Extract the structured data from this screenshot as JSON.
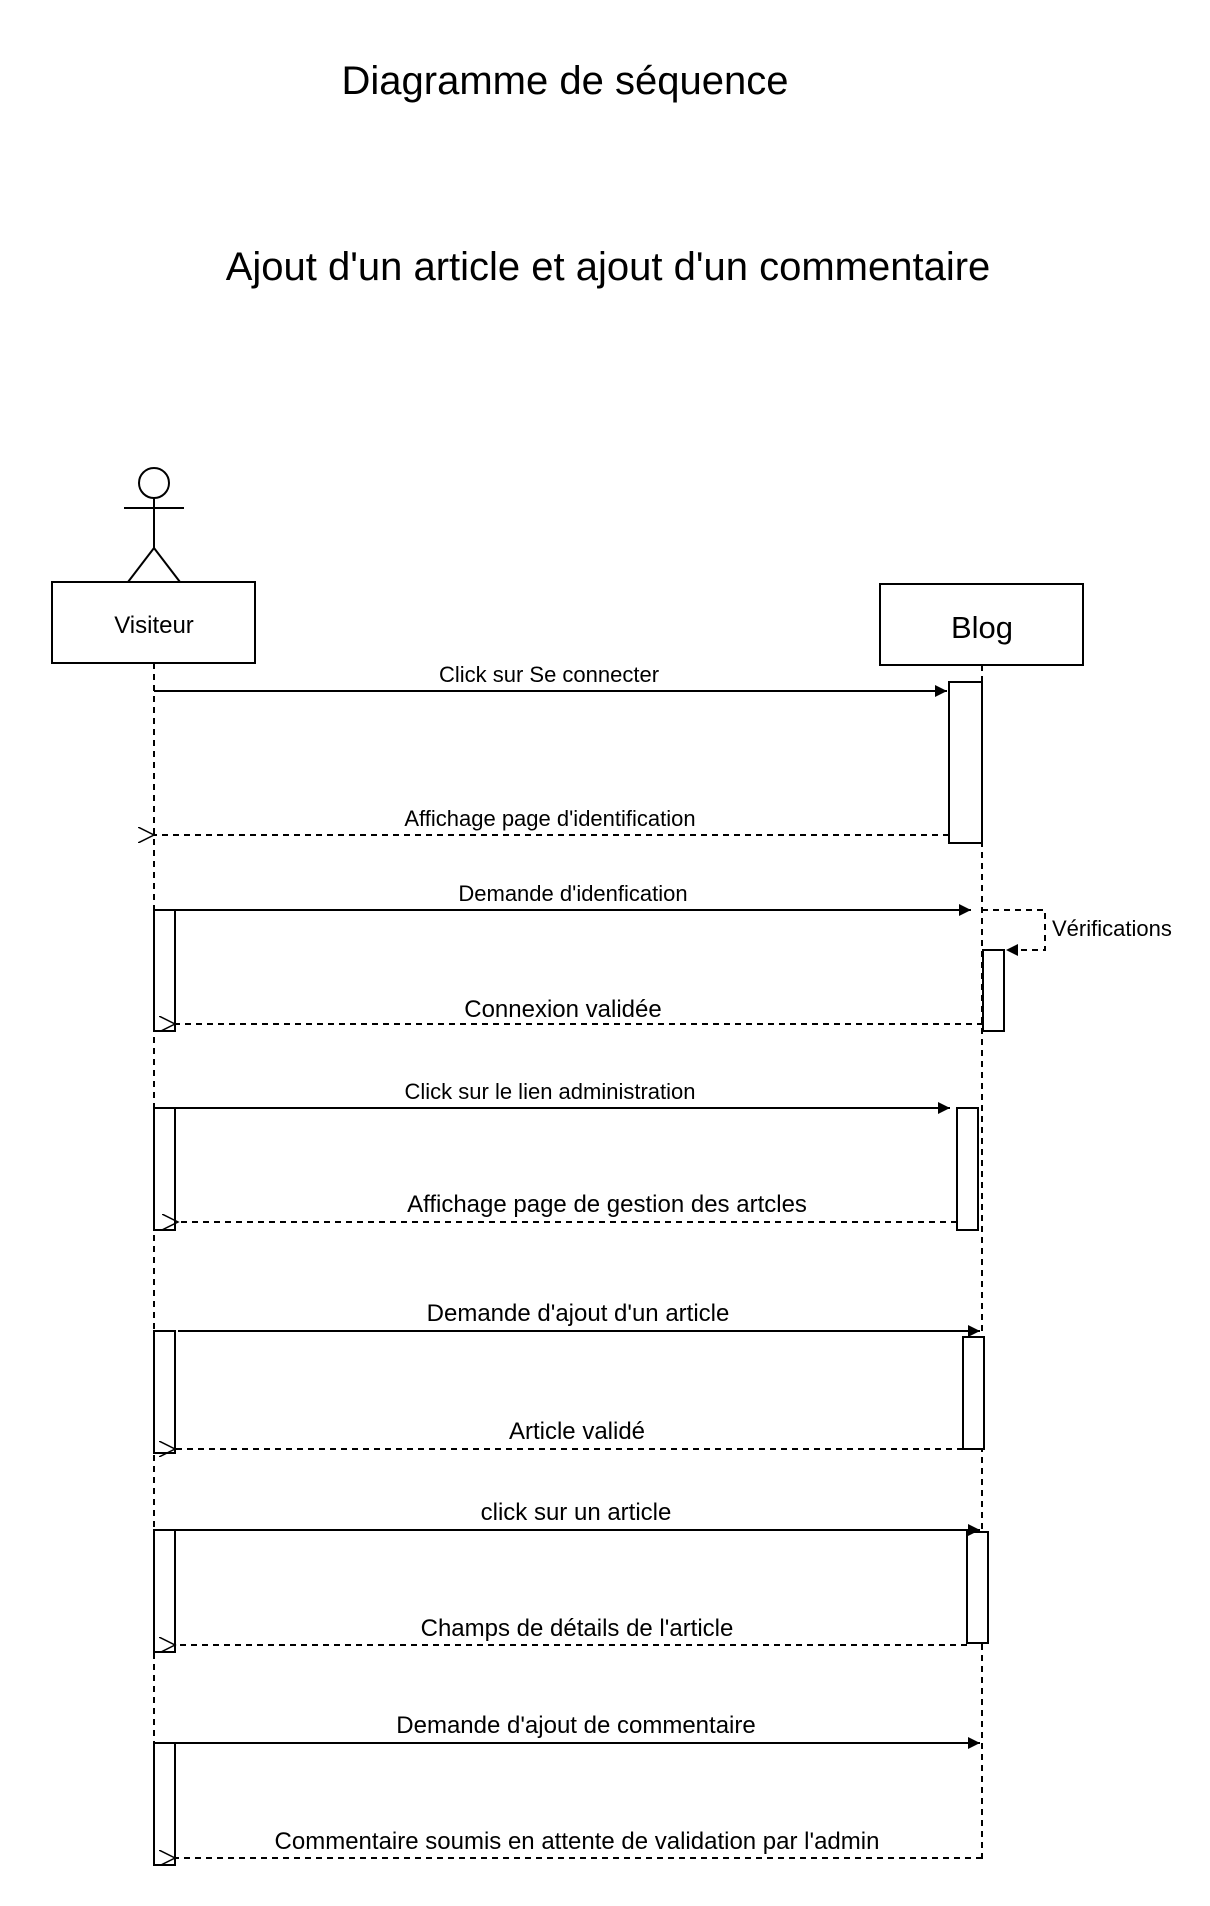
{
  "title": "Diagramme de séquence",
  "subtitle": "Ajout d'un article et ajout d'un commentaire",
  "participants": {
    "actor": {
      "name": "Visiteur",
      "icon": "stick-figure-icon"
    },
    "system": {
      "name": "Blog"
    }
  },
  "messages": [
    {
      "id": "m1",
      "label": "Click sur Se connecter",
      "kind": "sync"
    },
    {
      "id": "m2",
      "label": "Affichage page d'identification",
      "kind": "return"
    },
    {
      "id": "m3",
      "label": "Demande d'idenfication",
      "kind": "sync"
    },
    {
      "id": "m4",
      "label": "Vérifications",
      "kind": "self"
    },
    {
      "id": "m5",
      "label": "Connexion validée",
      "kind": "return"
    },
    {
      "id": "m6",
      "label": "Click sur le lien administration",
      "kind": "sync"
    },
    {
      "id": "m7",
      "label": "Affichage page de gestion des artcles",
      "kind": "return"
    },
    {
      "id": "m8",
      "label": "Demande d'ajout d'un article",
      "kind": "sync"
    },
    {
      "id": "m9",
      "label": "Article validé",
      "kind": "return"
    },
    {
      "id": "m10",
      "label": "click sur un article",
      "kind": "sync"
    },
    {
      "id": "m11",
      "label": "Champs de détails de l'article",
      "kind": "return"
    },
    {
      "id": "m12",
      "label": "Demande d'ajout de commentaire",
      "kind": "sync"
    },
    {
      "id": "m13",
      "label": "Commentaire soumis en attente de validation par l'admin",
      "kind": "return"
    }
  ],
  "colors": {
    "stroke": "#000000",
    "background": "#ffffff"
  }
}
